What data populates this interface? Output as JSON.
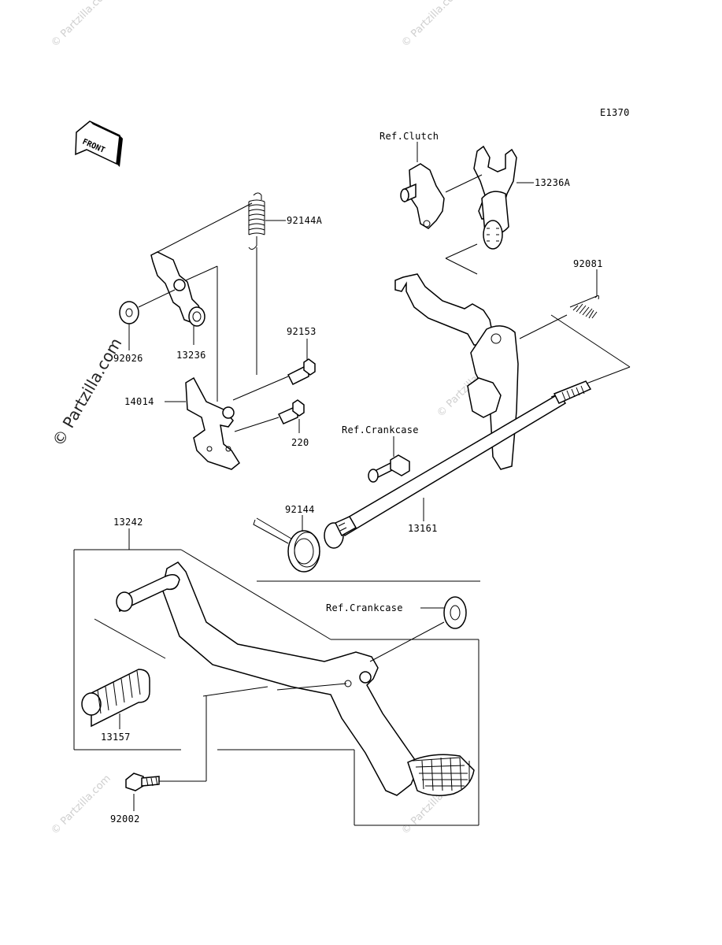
{
  "diagram": {
    "code": "E1370",
    "front_label": "FRONT",
    "watermark_main": "© Partzilla.com",
    "watermark_small": "© Partzilla.com"
  },
  "parts": {
    "p13242": "13242",
    "p13157": "13157",
    "p92002": "92002",
    "p92144": "92144",
    "p13161": "13161",
    "p92144A": "92144A",
    "p92026": "92026",
    "p13236": "13236",
    "p14014": "14014",
    "p92153": "92153",
    "p220": "220",
    "p13236A": "13236A",
    "p92081": "92081",
    "ref_clutch": "Ref.Clutch",
    "ref_crankcase_1": "Ref.Crankcase",
    "ref_crankcase_2": "Ref.Crankcase"
  }
}
